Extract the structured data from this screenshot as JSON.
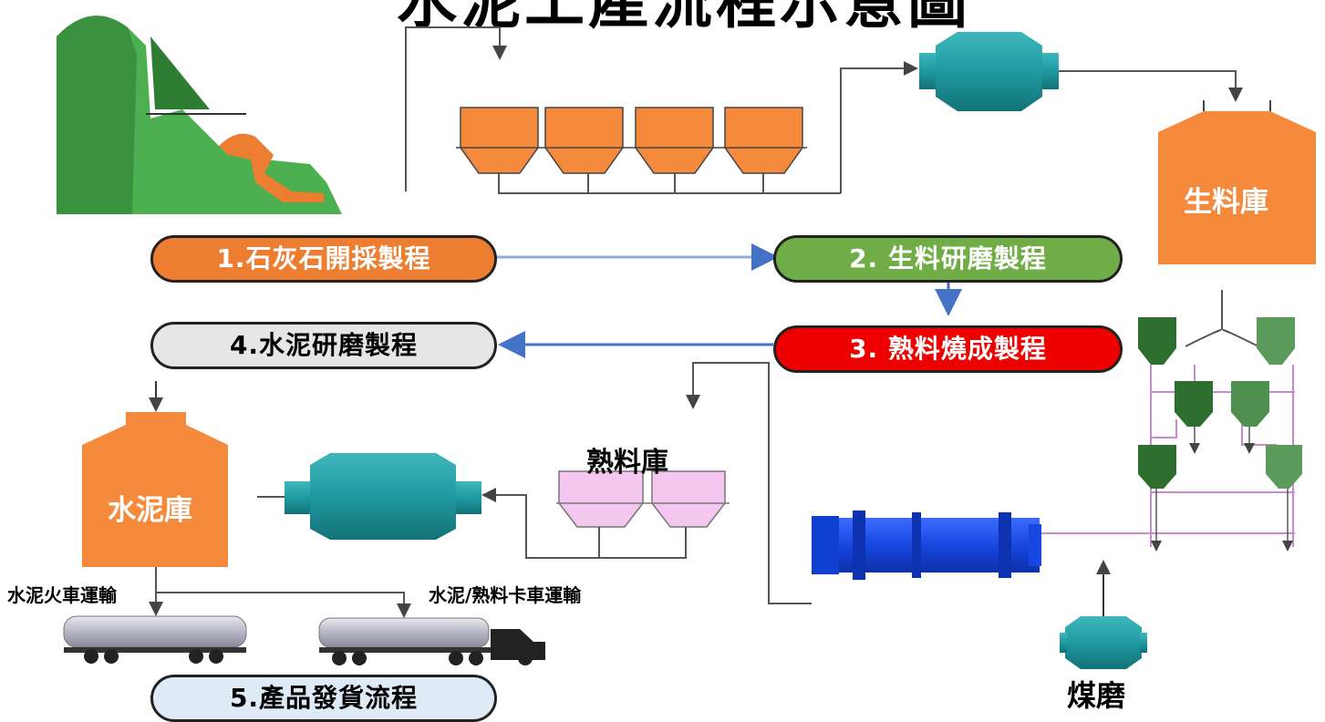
{
  "title": "水泥工產流程示意圖",
  "steps": [
    {
      "label": "1.石灰石開採製程",
      "color": "#ed7d31",
      "text_color": "#ffffff"
    },
    {
      "label": "2. 生料研磨製程",
      "color": "#70ad47",
      "text_color": "#ffffff"
    },
    {
      "label": "3. 熟料燒成製程",
      "color": "#ee0000",
      "text_color": "#ffffff"
    },
    {
      "label": "4.水泥研磨製程",
      "color": "#e7e6e6",
      "text_color": "#000000"
    },
    {
      "label": "5.產品發貨流程",
      "color": "#deebf7",
      "text_color": "#000000"
    }
  ],
  "labels": {
    "raw_meal_silo": "生料庫",
    "clinker_silo": "熟料庫",
    "cement_silo": "水泥庫",
    "rail_transport": "水泥火車運輸",
    "truck_transport": "水泥/熟料卡車運輸",
    "coal_mill": "煤磨"
  },
  "colors": {
    "mill": "#1f9aa0",
    "silo_orange": "#f58a3c",
    "kiln_blue": "#1747e0",
    "preheater_green": "#3f8a3f",
    "clinker_pink": "#f5c6f0",
    "arrow_blue": "#4472c4"
  }
}
